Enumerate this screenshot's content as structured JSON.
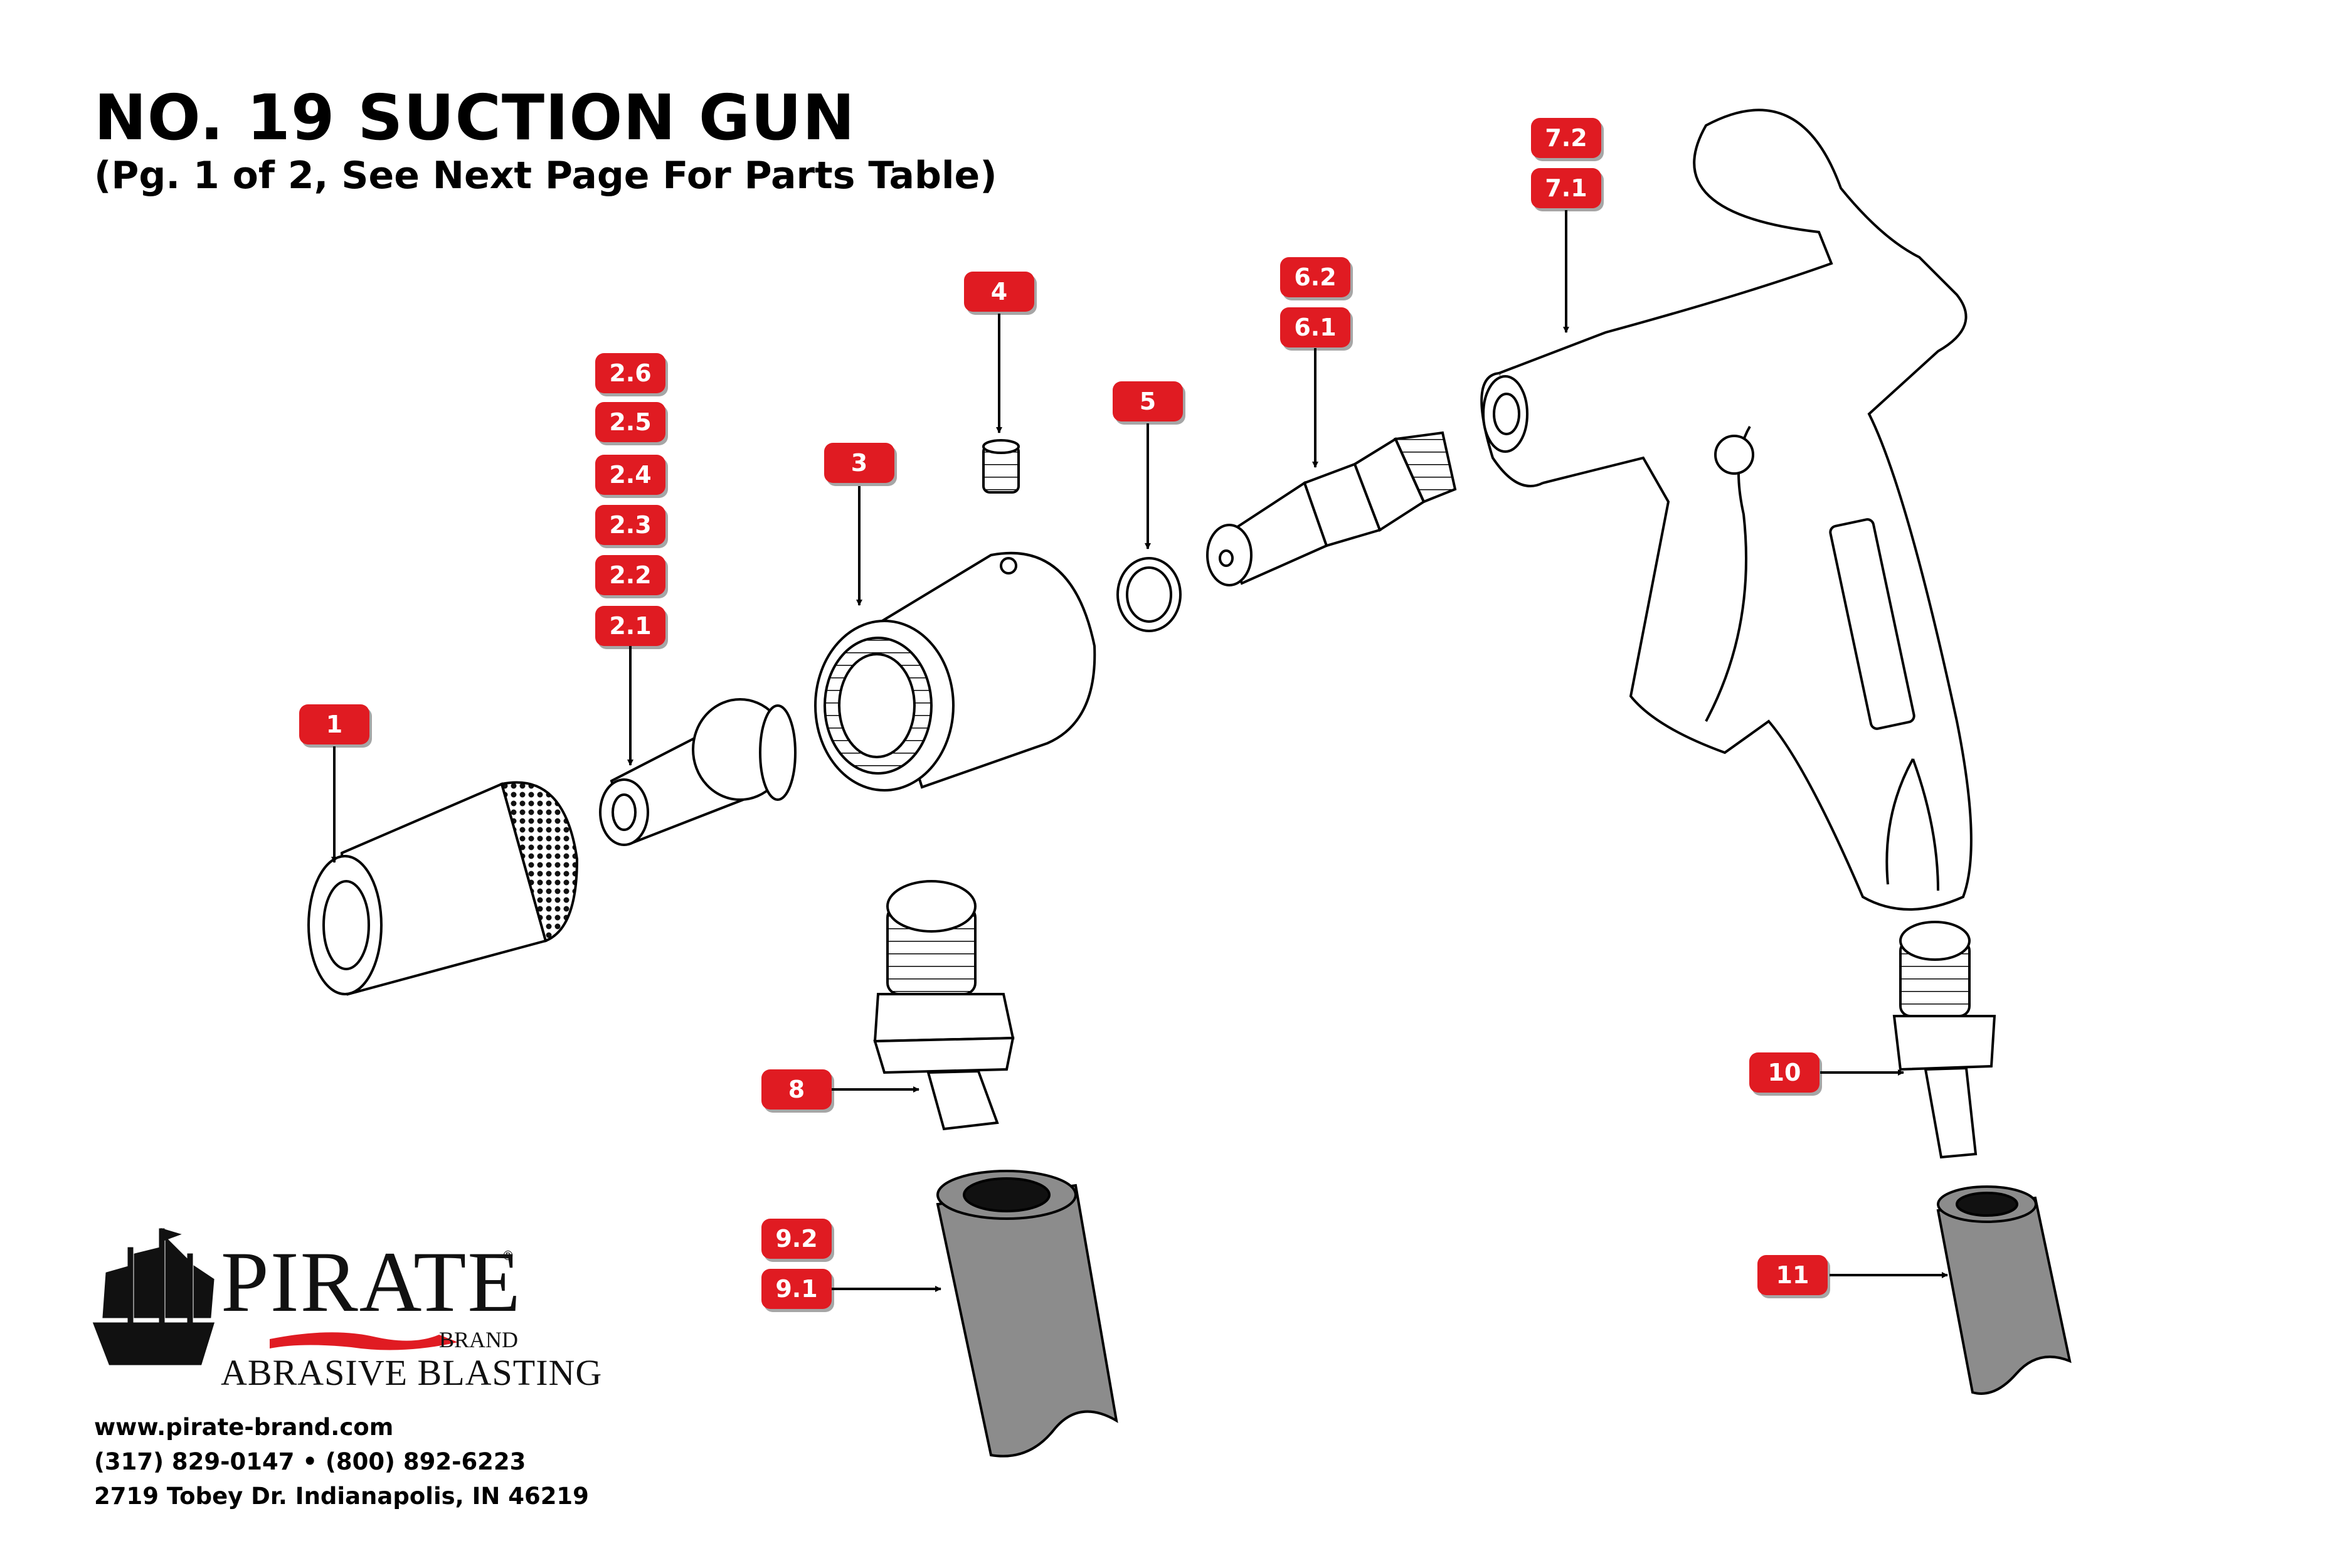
{
  "title": "NO. 19 SUCTION GUN",
  "subtitle": "(Pg. 1 of 2, See Next Page For Parts Table)",
  "callouts": [
    "1",
    "2.1",
    "2.2",
    "2.3",
    "2.4",
    "2.5",
    "2.6",
    "3",
    "4",
    "5",
    "6.1",
    "6.2",
    "7.1",
    "7.2",
    "8",
    "9.1",
    "9.2",
    "10",
    "11"
  ],
  "brand": {
    "logo_text": "PIRATE",
    "logo_brand": "BRAND",
    "logo_tagline": "ABRASIVE BLASTING",
    "logo_mark": "®"
  },
  "contact": {
    "website": "www.pirate-brand.com",
    "phones": "(317) 829-0147 • (800) 892-6223",
    "address": "2719 Tobey Dr. Indianapolis, IN 46219"
  },
  "colors": {
    "callout_red": "#e01b22",
    "hose_gray": "#8c8c8c",
    "outline": "#000000"
  }
}
